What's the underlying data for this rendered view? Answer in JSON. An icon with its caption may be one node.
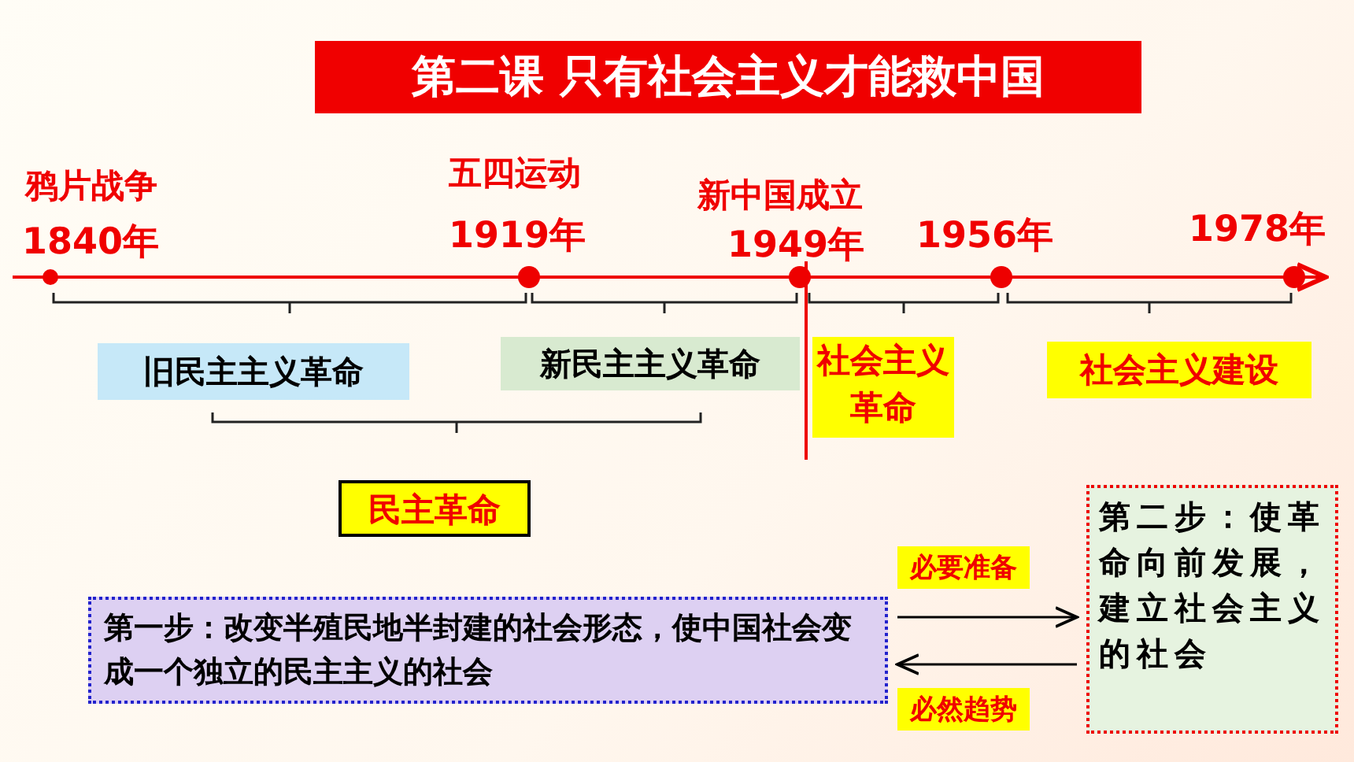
{
  "diagram": {
    "title": "第二课  只有社会主义才能救中国",
    "nodes": [
      {
        "text": [
          "旧民主主义革命"
        ]
      },
      {
        "text": [
          "新民主主义革命"
        ]
      },
      {
        "text": [
          "社会主义革命"
        ]
      },
      {
        "text": [
          "社会主义建设"
        ]
      },
      {
        "text": [
          "民主革命"
        ]
      },
      {
        "text": [
          "第二步：使革命向前发展，建立社会主义的社会"
        ]
      },
      {
        "text": [
          "第一步：改变半殖民地半封建的社会形态，使中国社会变成一个独立的民主主义的社会"
        ]
      }
    ],
    "edges": [
      {
        "from": 6,
        "to": 5,
        "arrow": "to",
        "label": "必要准备"
      },
      {
        "from": 5,
        "to": 6,
        "arrow": "to",
        "label": "必然趋势"
      }
    ],
    "labels": [
      "鸦片战争",
      "1840年",
      "五四运动",
      "1919年",
      "新中国成立",
      "1949年",
      "1956年",
      "1978年"
    ]
  }
}
